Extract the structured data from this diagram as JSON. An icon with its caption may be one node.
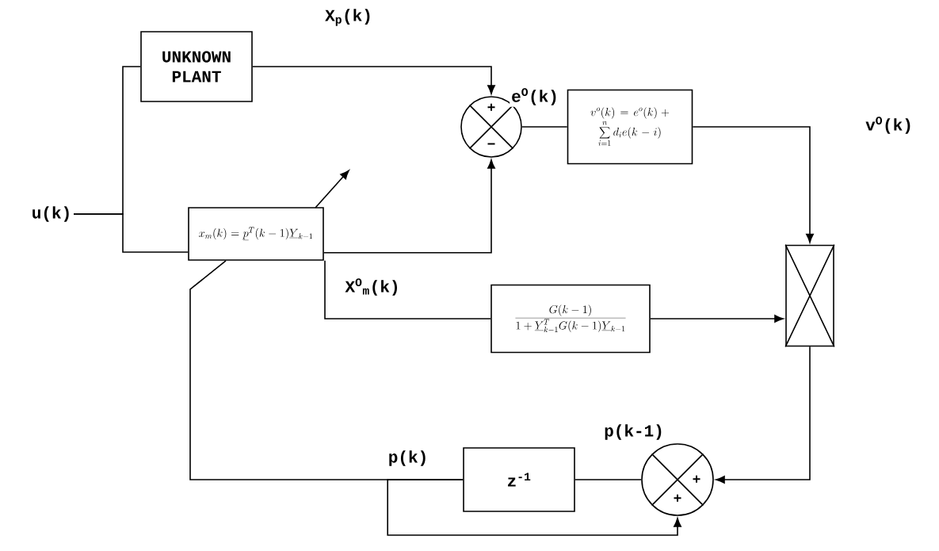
{
  "diagram": {
    "nodes": [
      {
        "text": [
          "u(k)"
        ]
      },
      {
        "text": [
          "UNKNOWN PLANT"
        ]
      },
      {
        "text": [
          "x_m(k)=\\underline{p}^T(k-1)\\underline{Y}_{k-1}"
        ]
      },
      {
        "text": [
          "+",
          "−"
        ]
      },
      {
        "text": [
          "v^o(k)=e^o(k)+\\sum_{i=1}^{n} d_i e(k-i)"
        ]
      },
      {
        "text": [],
        "shape": "box"
      },
      {
        "text": [
          "\\frac{G(k-1)}{1+\\underline{Y}^T_{k-1}G(k-1)\\underline{Y}_{k-1}}"
        ]
      },
      {
        "text": [
          "+",
          "+"
        ]
      },
      {
        "text": [
          "z$^{-1}$"
        ]
      }
    ],
    "edges": [
      {
        "from": 0,
        "to": 1,
        "arrow": "none"
      },
      {
        "from": 0,
        "to": 2,
        "arrow": "none"
      },
      {
        "from": 1,
        "to": 3,
        "arrow": "to",
        "label": "X$_{p}$(k)"
      },
      {
        "from": 2,
        "to": 3,
        "arrow": "to",
        "label": "X$^{O}$$_{m}$(k)"
      },
      {
        "from": 3,
        "to": 4,
        "arrow": "none",
        "label": "e$^{O}$(k)"
      },
      {
        "from": 4,
        "to": 5,
        "arrow": "to",
        "label": "v$^{O}$(k)"
      },
      {
        "from": 2,
        "to": 6,
        "arrow": "none"
      },
      {
        "from": 6,
        "to": 5,
        "arrow": "to"
      },
      {
        "from": 5,
        "to": 7,
        "arrow": "to"
      },
      {
        "from": 7,
        "to": 8,
        "arrow": "none",
        "label": "p(k-1)"
      },
      {
        "from": 8,
        "to": 2,
        "arrow": "none",
        "label": "p(k)"
      },
      {
        "from": 8,
        "to": 7,
        "arrow": "to"
      }
    ]
  }
}
